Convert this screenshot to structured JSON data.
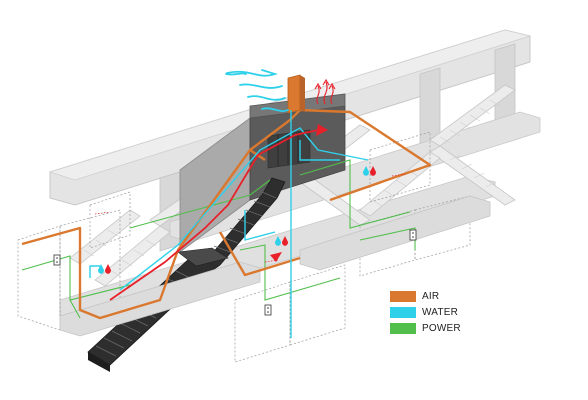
{
  "legend": {
    "items": [
      {
        "label": "AIR",
        "color": "#d9782e"
      },
      {
        "label": "WATER",
        "color": "#2fd0ea"
      },
      {
        "label": "POWER",
        "color": "#52bf4c"
      }
    ]
  },
  "colors": {
    "air": "#d9782e",
    "water": "#2fd0ea",
    "power": "#52bf4c",
    "heat": "#e8202a",
    "structure": "#d6d6d6",
    "stair_dark": "#2e2e2e"
  },
  "icons": [
    "wind-icon",
    "heat-arrows-icon",
    "water-drop-icon",
    "power-outlet-icon"
  ]
}
